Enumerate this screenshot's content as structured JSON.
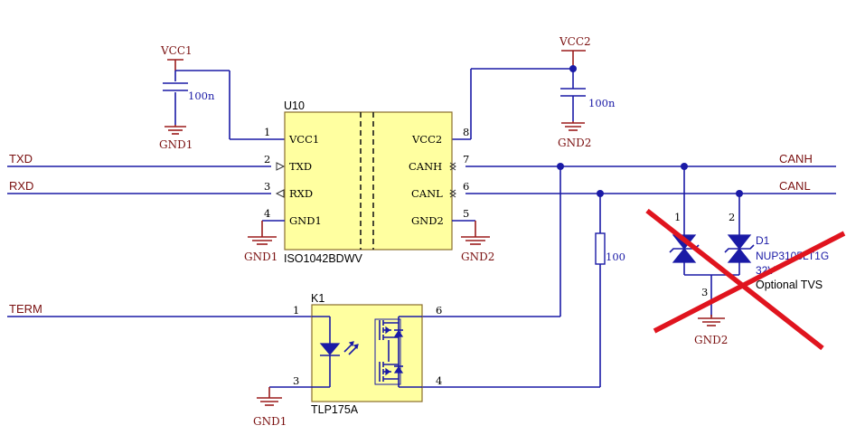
{
  "nets": {
    "txd": "TXD",
    "rxd": "RXD",
    "term": "TERM",
    "canh": "CANH",
    "canl": "CANL"
  },
  "power": {
    "vcc1": "VCC1",
    "vcc2": "VCC2",
    "gnd1": "GND1",
    "gnd2": "GND2"
  },
  "u10": {
    "designator": "U10",
    "part": "ISO1042BDWV",
    "pins": {
      "p1": {
        "num": "1",
        "name": "VCC1"
      },
      "p2": {
        "num": "2",
        "name": "TXD"
      },
      "p3": {
        "num": "3",
        "name": "RXD"
      },
      "p4": {
        "num": "4",
        "name": "GND1"
      },
      "p8": {
        "num": "8",
        "name": "VCC2"
      },
      "p7": {
        "num": "7",
        "name": "CANH"
      },
      "p6": {
        "num": "6",
        "name": "CANL"
      },
      "p5": {
        "num": "5",
        "name": "GND2"
      }
    }
  },
  "caps": {
    "c1_value": "100n",
    "c2_value": "100n"
  },
  "resistor": {
    "value": "100"
  },
  "k1": {
    "designator": "K1",
    "part": "TLP175A",
    "pins": {
      "p1": "1",
      "p3": "3",
      "p6": "6",
      "p4": "4"
    }
  },
  "d1": {
    "designator": "D1",
    "part": "NUP3105LT1G",
    "rating": "32V",
    "note": "Optional TVS",
    "pins": {
      "p1": "1",
      "p2": "2",
      "p3": "3"
    }
  },
  "colors": {
    "wire": "#1a1aa6",
    "power": "#9b1c1c",
    "component_fill": "#ffffa0",
    "strike": "#e0141e"
  }
}
